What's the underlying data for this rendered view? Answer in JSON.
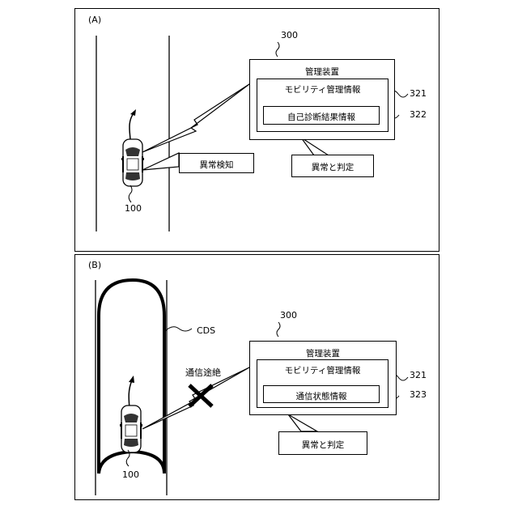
{
  "panel_a": {
    "label": "(A)",
    "device_ref": "300",
    "device_title": "管理装置",
    "db_title": "モビリティ管理情報",
    "db_ref": "321",
    "record_title": "自己診断結果情報",
    "record_ref": "322",
    "judgement": "異常と判定",
    "callout": "異常検知",
    "vehicle_ref": "100"
  },
  "panel_b": {
    "label": "(B)",
    "device_ref": "300",
    "device_title": "管理装置",
    "db_title": "モビリティ管理情報",
    "db_ref": "321",
    "record_title": "通信状態情報",
    "record_ref": "323",
    "judgement": "異常と判定",
    "area_label": "CDS",
    "comm_status": "通信途絶",
    "vehicle_ref": "100"
  }
}
